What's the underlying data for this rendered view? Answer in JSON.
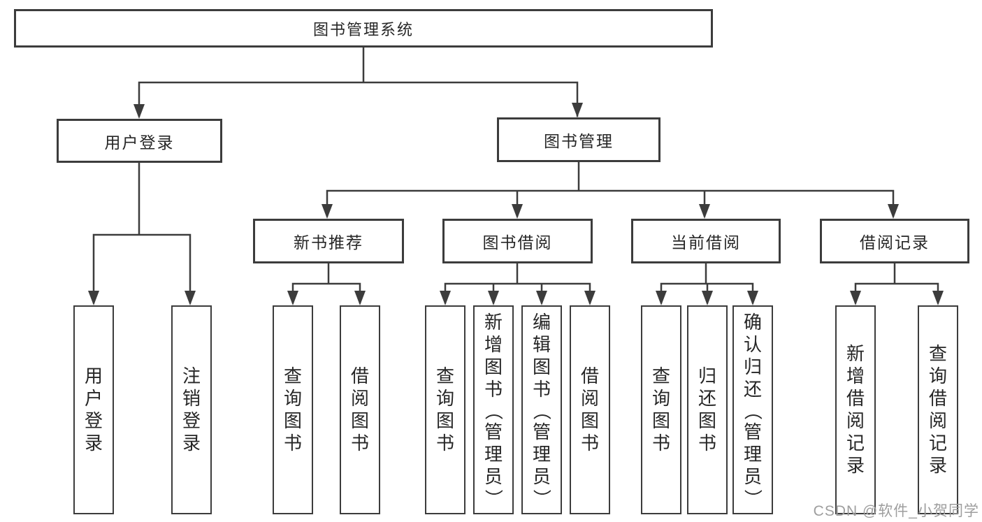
{
  "colors": {
    "line": "#3c3c3c",
    "box_border": "#3c3c3c",
    "box_fill": "#ffffff",
    "text": "#262626",
    "watermark": "#9e9e9e",
    "background": "#ffffff"
  },
  "watermark": {
    "text": "CSDN @软件_小贺同学"
  },
  "tree": {
    "root": "图书管理系统",
    "branches": [
      {
        "label": "用户登录",
        "leaves": [
          "用户登录",
          "注销登录"
        ]
      },
      {
        "label": "图书管理",
        "sections": [
          {
            "label": "新书推荐",
            "leaves": [
              "查询图书",
              "借阅图书"
            ]
          },
          {
            "label": "图书借阅",
            "leaves": [
              "查询图书",
              "新增图书（管理员）",
              "编辑图书（管理员）",
              "借阅图书"
            ]
          },
          {
            "label": "当前借阅",
            "leaves": [
              "查询图书",
              "归还图书",
              "确认归还（管理员）"
            ]
          },
          {
            "label": "借阅记录",
            "leaves": [
              "新增借阅记录",
              "查询借阅记录"
            ]
          }
        ]
      }
    ]
  }
}
